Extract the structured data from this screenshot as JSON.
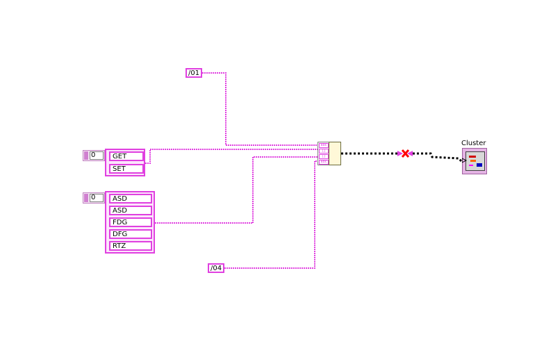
{
  "constants": {
    "top": "/01",
    "bottom": "/04"
  },
  "array1": {
    "index": "0",
    "items": [
      "GET",
      "SET"
    ]
  },
  "array2": {
    "index": "0",
    "items": [
      "ASD",
      "ASD",
      "FDG",
      "DFG",
      "RTZ"
    ]
  },
  "bundle": {
    "ports": [
      "abc",
      "[]",
      "[]",
      "abc"
    ]
  },
  "indicator": {
    "label": "Cluster"
  },
  "colors": {
    "string_wire": "#e040e0",
    "broken_wire": "#000000",
    "error_mark": "#ff0000"
  }
}
